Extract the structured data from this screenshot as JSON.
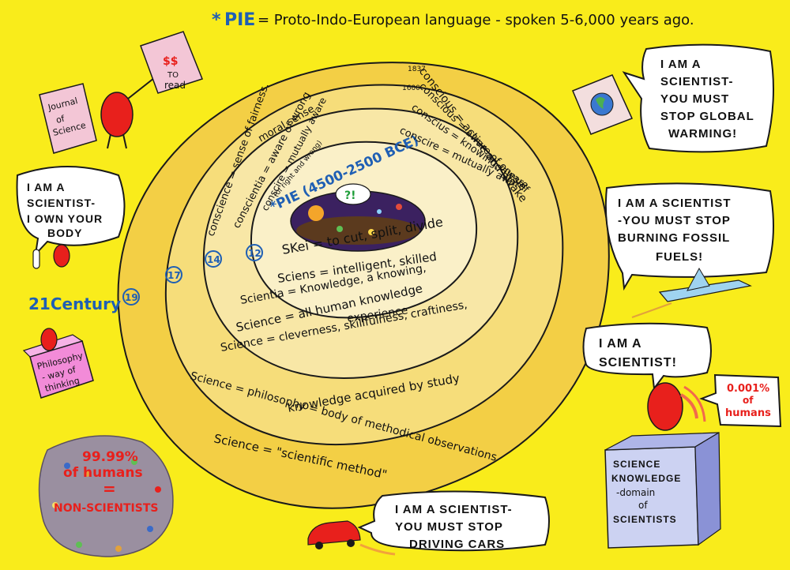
{
  "header": {
    "star": "*",
    "pie": "PIE",
    "text": "= Proto-Indo-European language - spoken 5-6,000 years ago."
  },
  "rings": {
    "core": {
      "label": "*PIE (4500-2500 BCE)",
      "word": "SKei = to cut, split, divide",
      "bubble": "?!"
    },
    "ring1_left": [
      "conscire = mutually aware",
      "(of right and wrong)",
      "conscientia = aware of wrong",
      "conscience = sense of fairness,",
      "moral sense"
    ],
    "ring1_right": [
      "conscire = mutually aware",
      "conscius = knowing, aware",
      "conscious = aware of oneself",
      "conscious = active and awake"
    ],
    "ring_years": {
      "y1600": "1600",
      "y1837": "1837"
    },
    "ring_lower": [
      "Sciens = intelligent, skilled",
      "Scientia = Knowledge, a knowing,",
      "experience",
      "Science = all human knowledge",
      "Science = cleverness, skillfulness, craftiness,",
      "knowledge acquired by study",
      "Science = philosophy = body of methodical observations",
      "Science = \"scientific method\""
    ],
    "centuries": [
      "12",
      "14",
      "17",
      "19"
    ],
    "century_21": "21Century"
  },
  "bubbles": {
    "global_warming": "I AM A SCIENTIST - YOU MUST STOP GLOBAL WARMING!",
    "fossil": "I AM A SCIENTIST - YOU MUST STOP BURNING FOSSIL FUELS!",
    "body": "I AM A SCIENTIST - I OWN YOUR BODY",
    "scientist": "I AM A SCIENTIST!",
    "cars": "I AM A SCIENTIST - YOU MUST STOP DRIVING CARS"
  },
  "labels": {
    "journal": [
      "Journal",
      "of",
      "Science"
    ],
    "paywall": [
      "$$",
      "TO",
      "read"
    ],
    "philosophy": [
      "Philosophy",
      "- way of",
      "thinking"
    ],
    "percent_small": [
      "0.001%",
      "of",
      "humans"
    ],
    "box": [
      "SCIENCE",
      "KNOWLEDGE",
      "-domain",
      "of",
      "SCIENTISTS"
    ],
    "crowd": [
      "99.99%",
      "of humans",
      "=",
      "NON-SCIENTISTS"
    ]
  },
  "colors": {
    "background": "#f9ec1b",
    "ring_outer": "#f3cf45",
    "ring_mid": "#f6dd7a",
    "ring_inner": "#f8e7a6",
    "ring_core": "#faf0c8",
    "blue": "#1f5fb4",
    "red": "#e8201c"
  }
}
